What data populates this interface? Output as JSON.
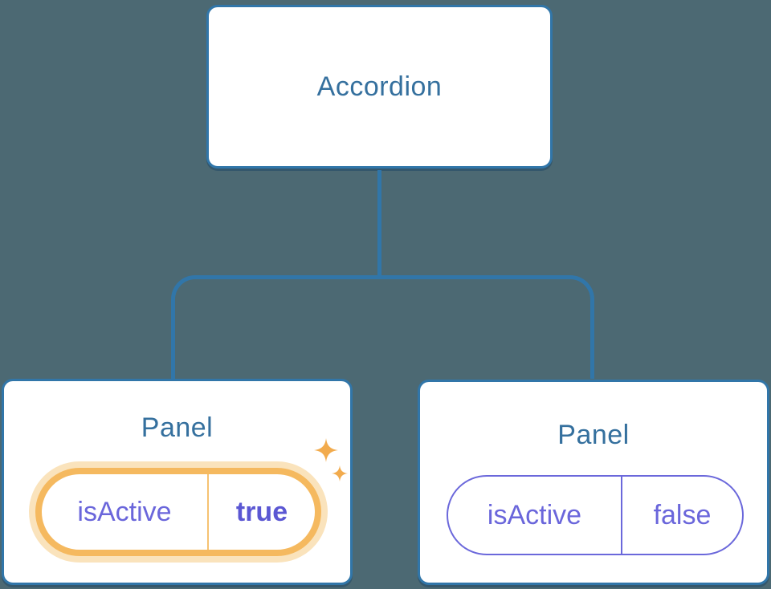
{
  "diagram": {
    "root": {
      "label": "Accordion"
    },
    "panels": [
      {
        "title": "Panel",
        "state_key": "isActive",
        "state_value": "true",
        "highlighted": true
      },
      {
        "title": "Panel",
        "state_key": "isActive",
        "state_value": "false",
        "highlighted": false
      }
    ]
  },
  "icons": {
    "sparkles": "sparkles-icon"
  },
  "colors": {
    "background": "#4C6973",
    "node_fill": "#FFFFFF",
    "node_border": "#3176A9",
    "connector": "#3176A9",
    "node_text": "#35709E",
    "state_text": "#6A66DB",
    "state_value_active_text": "#5B57D3",
    "state_border_inactive": "#6B68DB",
    "highlight_ring": "#F5B95F",
    "highlight_glow": "#FAE3BC",
    "highlight_divider": "#F6C272",
    "sparkle": "#F2AB4D"
  }
}
